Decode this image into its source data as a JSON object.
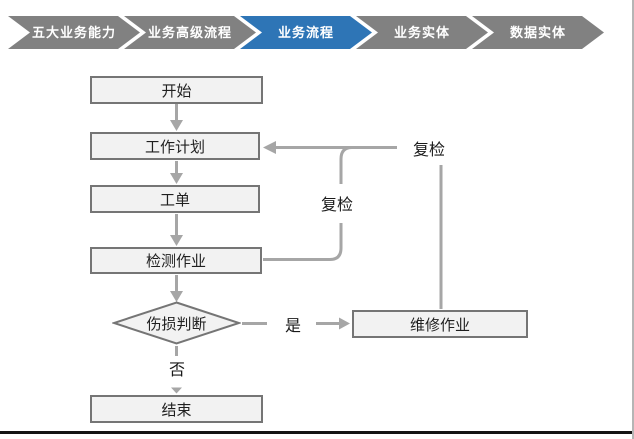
{
  "nav": {
    "active_color": "#2E75B6",
    "inactive_color": "#818181",
    "tabs": [
      {
        "label": "五大业务能力",
        "active": false
      },
      {
        "label": "业务高级流程",
        "active": false
      },
      {
        "label": "业务流程",
        "active": true
      },
      {
        "label": "业务实体",
        "active": false
      },
      {
        "label": "数据实体",
        "active": false
      }
    ]
  },
  "flowchart": {
    "nodes": [
      {
        "id": "start",
        "label": "开始",
        "type": "process"
      },
      {
        "id": "plan",
        "label": "工作计划",
        "type": "process"
      },
      {
        "id": "order",
        "label": "工单",
        "type": "process"
      },
      {
        "id": "detect",
        "label": "检测作业",
        "type": "process"
      },
      {
        "id": "decision",
        "label": "伤损判断",
        "type": "decision"
      },
      {
        "id": "repair",
        "label": "维修作业",
        "type": "process"
      },
      {
        "id": "end",
        "label": "结束",
        "type": "process"
      }
    ],
    "edges": [
      {
        "from": "start",
        "to": "plan"
      },
      {
        "from": "plan",
        "to": "order"
      },
      {
        "from": "order",
        "to": "detect"
      },
      {
        "from": "detect",
        "to": "decision"
      },
      {
        "from": "decision",
        "to": "repair",
        "label": "是"
      },
      {
        "from": "decision",
        "to": "end",
        "label": "否"
      },
      {
        "from": "detect",
        "to": "plan",
        "label": "复检"
      },
      {
        "from": "repair",
        "to": "plan",
        "label": "复检"
      }
    ],
    "labels": {
      "yes": "是",
      "no": "否",
      "recheck_mid": "复检",
      "recheck_top": "复检"
    },
    "colors": {
      "node_fill": "#f2f2f2",
      "node_border": "#757575",
      "line": "#a6a6a6"
    }
  }
}
